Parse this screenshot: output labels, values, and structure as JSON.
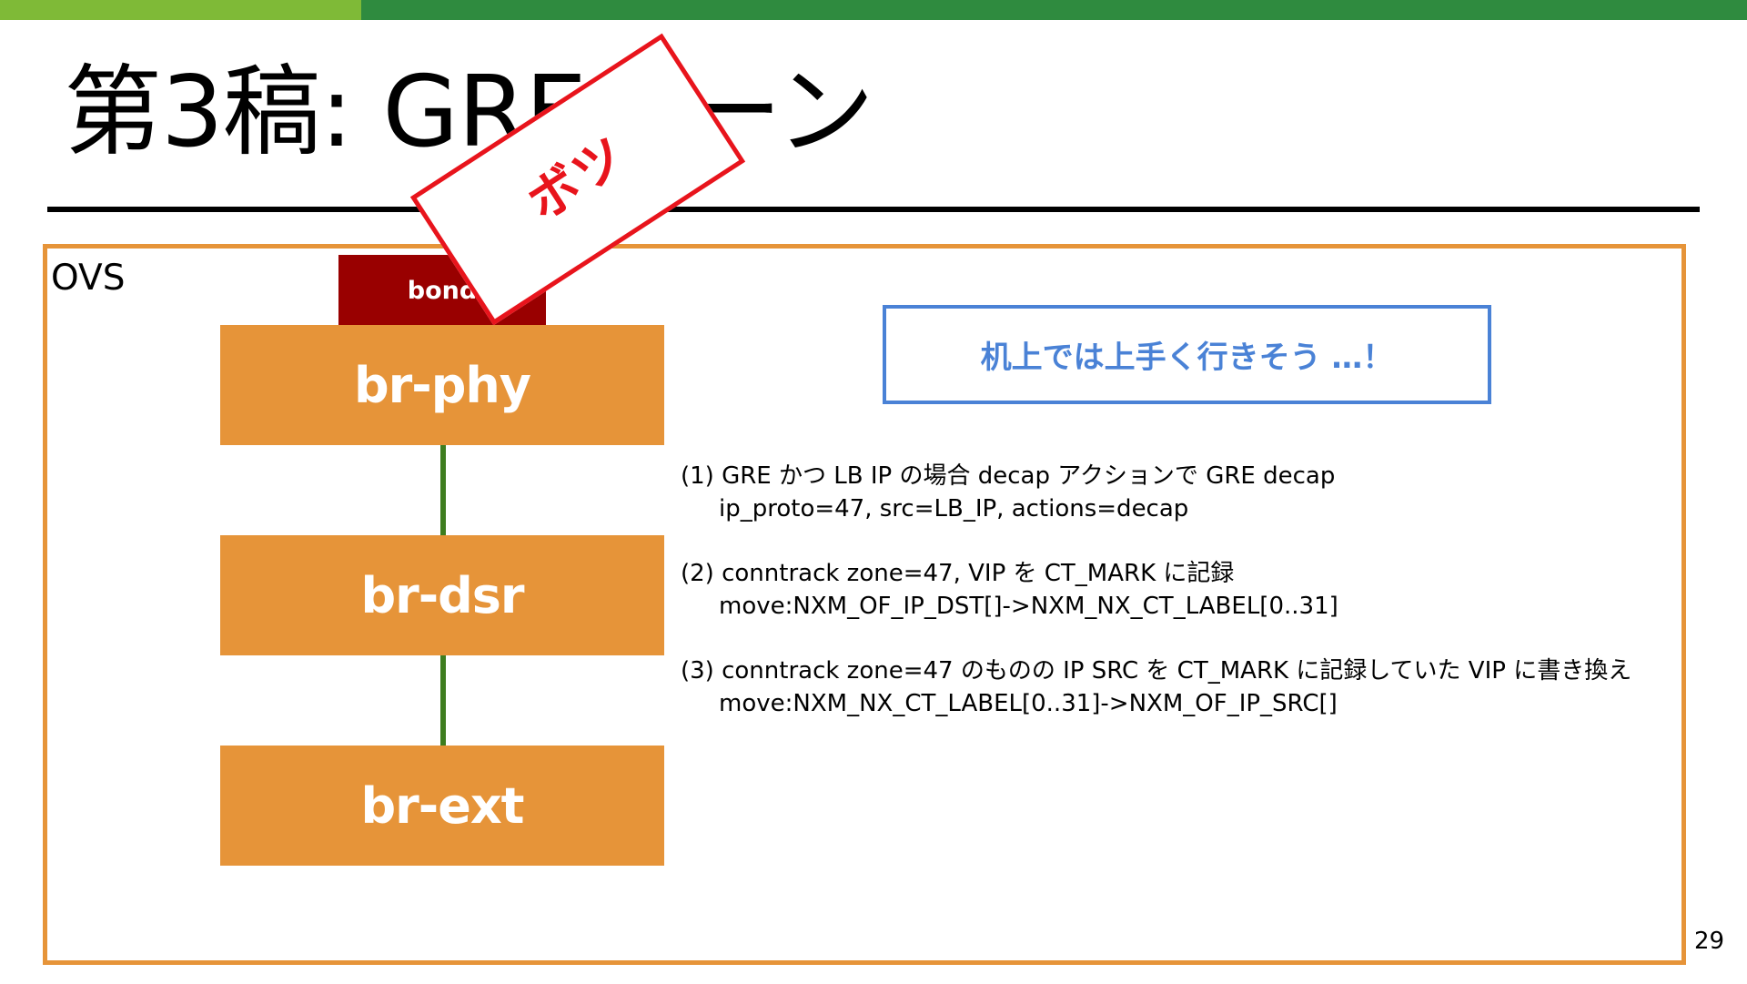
{
  "slide": {
    "title": "第3稿: GREルーン",
    "page_number": "29"
  },
  "stamp": {
    "text": "ボツ"
  },
  "diagram": {
    "container_label": "OVS",
    "bond_label": "bond",
    "bridges": [
      {
        "label": "br-phy"
      },
      {
        "label": "br-dsr"
      },
      {
        "label": "br-ext"
      }
    ]
  },
  "callout": {
    "text": "机上では上手く行きそう …！"
  },
  "steps": [
    {
      "line1": "(1) GRE かつ LB IP の場合 decap アクションで GRE decap",
      "line2": "ip_proto=47, src=LB_IP, actions=decap"
    },
    {
      "line1": "(2) conntrack zone=47, VIP を CT_MARK に記録",
      "line2": "move:NXM_OF_IP_DST[]->NXM_NX_CT_LABEL[0..31]"
    },
    {
      "line1": "(3) conntrack zone=47 のものの IP SRC を CT_MARK に記録していた VIP に書き換え",
      "line2": "move:NXM_NX_CT_LABEL[0..31]->NXM_OF_IP_SRC[]"
    }
  ],
  "colors": {
    "accent_light_green": "#7fba37",
    "accent_dark_green": "#2f8b3f",
    "bridge_orange": "#e69439",
    "bond_red": "#990000",
    "callout_blue": "#4a82d6",
    "stamp_red": "#e8141c"
  }
}
